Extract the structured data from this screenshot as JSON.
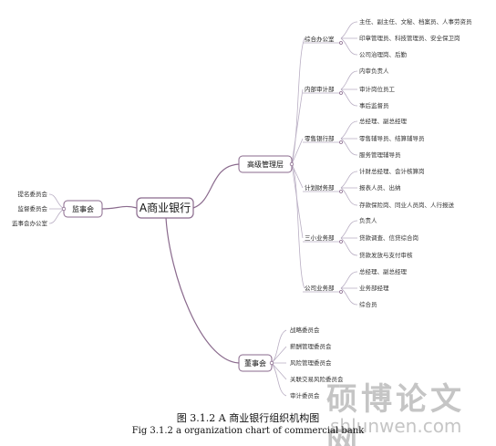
{
  "root": "A商业银行",
  "branches": {
    "senior": {
      "label": "高级管理层",
      "children": [
        {
          "label": "综合办公室",
          "items": [
            "主任、副主任、文秘、档案员、人事劳资员",
            "印章管理员、科技管理员、安全保卫岗",
            "公司治理岗、后勤"
          ]
        },
        {
          "label": "内部审计部",
          "items": [
            "内审负责人",
            "审计岗位员工",
            "事后监督员"
          ]
        },
        {
          "label": "零售银行部",
          "items": [
            "总经理、副总经理",
            "零售辅导员、结算辅导员",
            "服务管理辅导员"
          ]
        },
        {
          "label": "计划财务部",
          "items": [
            "计财总经理、会计核算岗",
            "报表人员、出纳",
            "存款保险岗、同业人员岗、人行报送"
          ]
        },
        {
          "label": "三小业务部",
          "items": [
            "负责人",
            "贷款调查、信贷综合岗",
            "贷款发放与支付审核"
          ]
        },
        {
          "label": "公司业务部",
          "items": [
            "总经理、副总经理",
            "业务部经理",
            "综合员"
          ]
        }
      ]
    },
    "board": {
      "label": "董事会",
      "items": [
        "战略委员会",
        "薪酬管理委员会",
        "风险管理委员会",
        "关联交易风险委员会",
        "审计委员会"
      ]
    },
    "supervisory": {
      "label": "监事会",
      "items": [
        "提名委员会",
        "监督委员会",
        "监事会办公室"
      ]
    }
  },
  "caption": {
    "zh": "图 3.1.2 A 商业银行组织机构图",
    "en": "Fig 3.1.2 a organization chart of commercial bank"
  },
  "watermark": {
    "zh": "硕博论文网",
    "en": "shlunwen.com"
  }
}
